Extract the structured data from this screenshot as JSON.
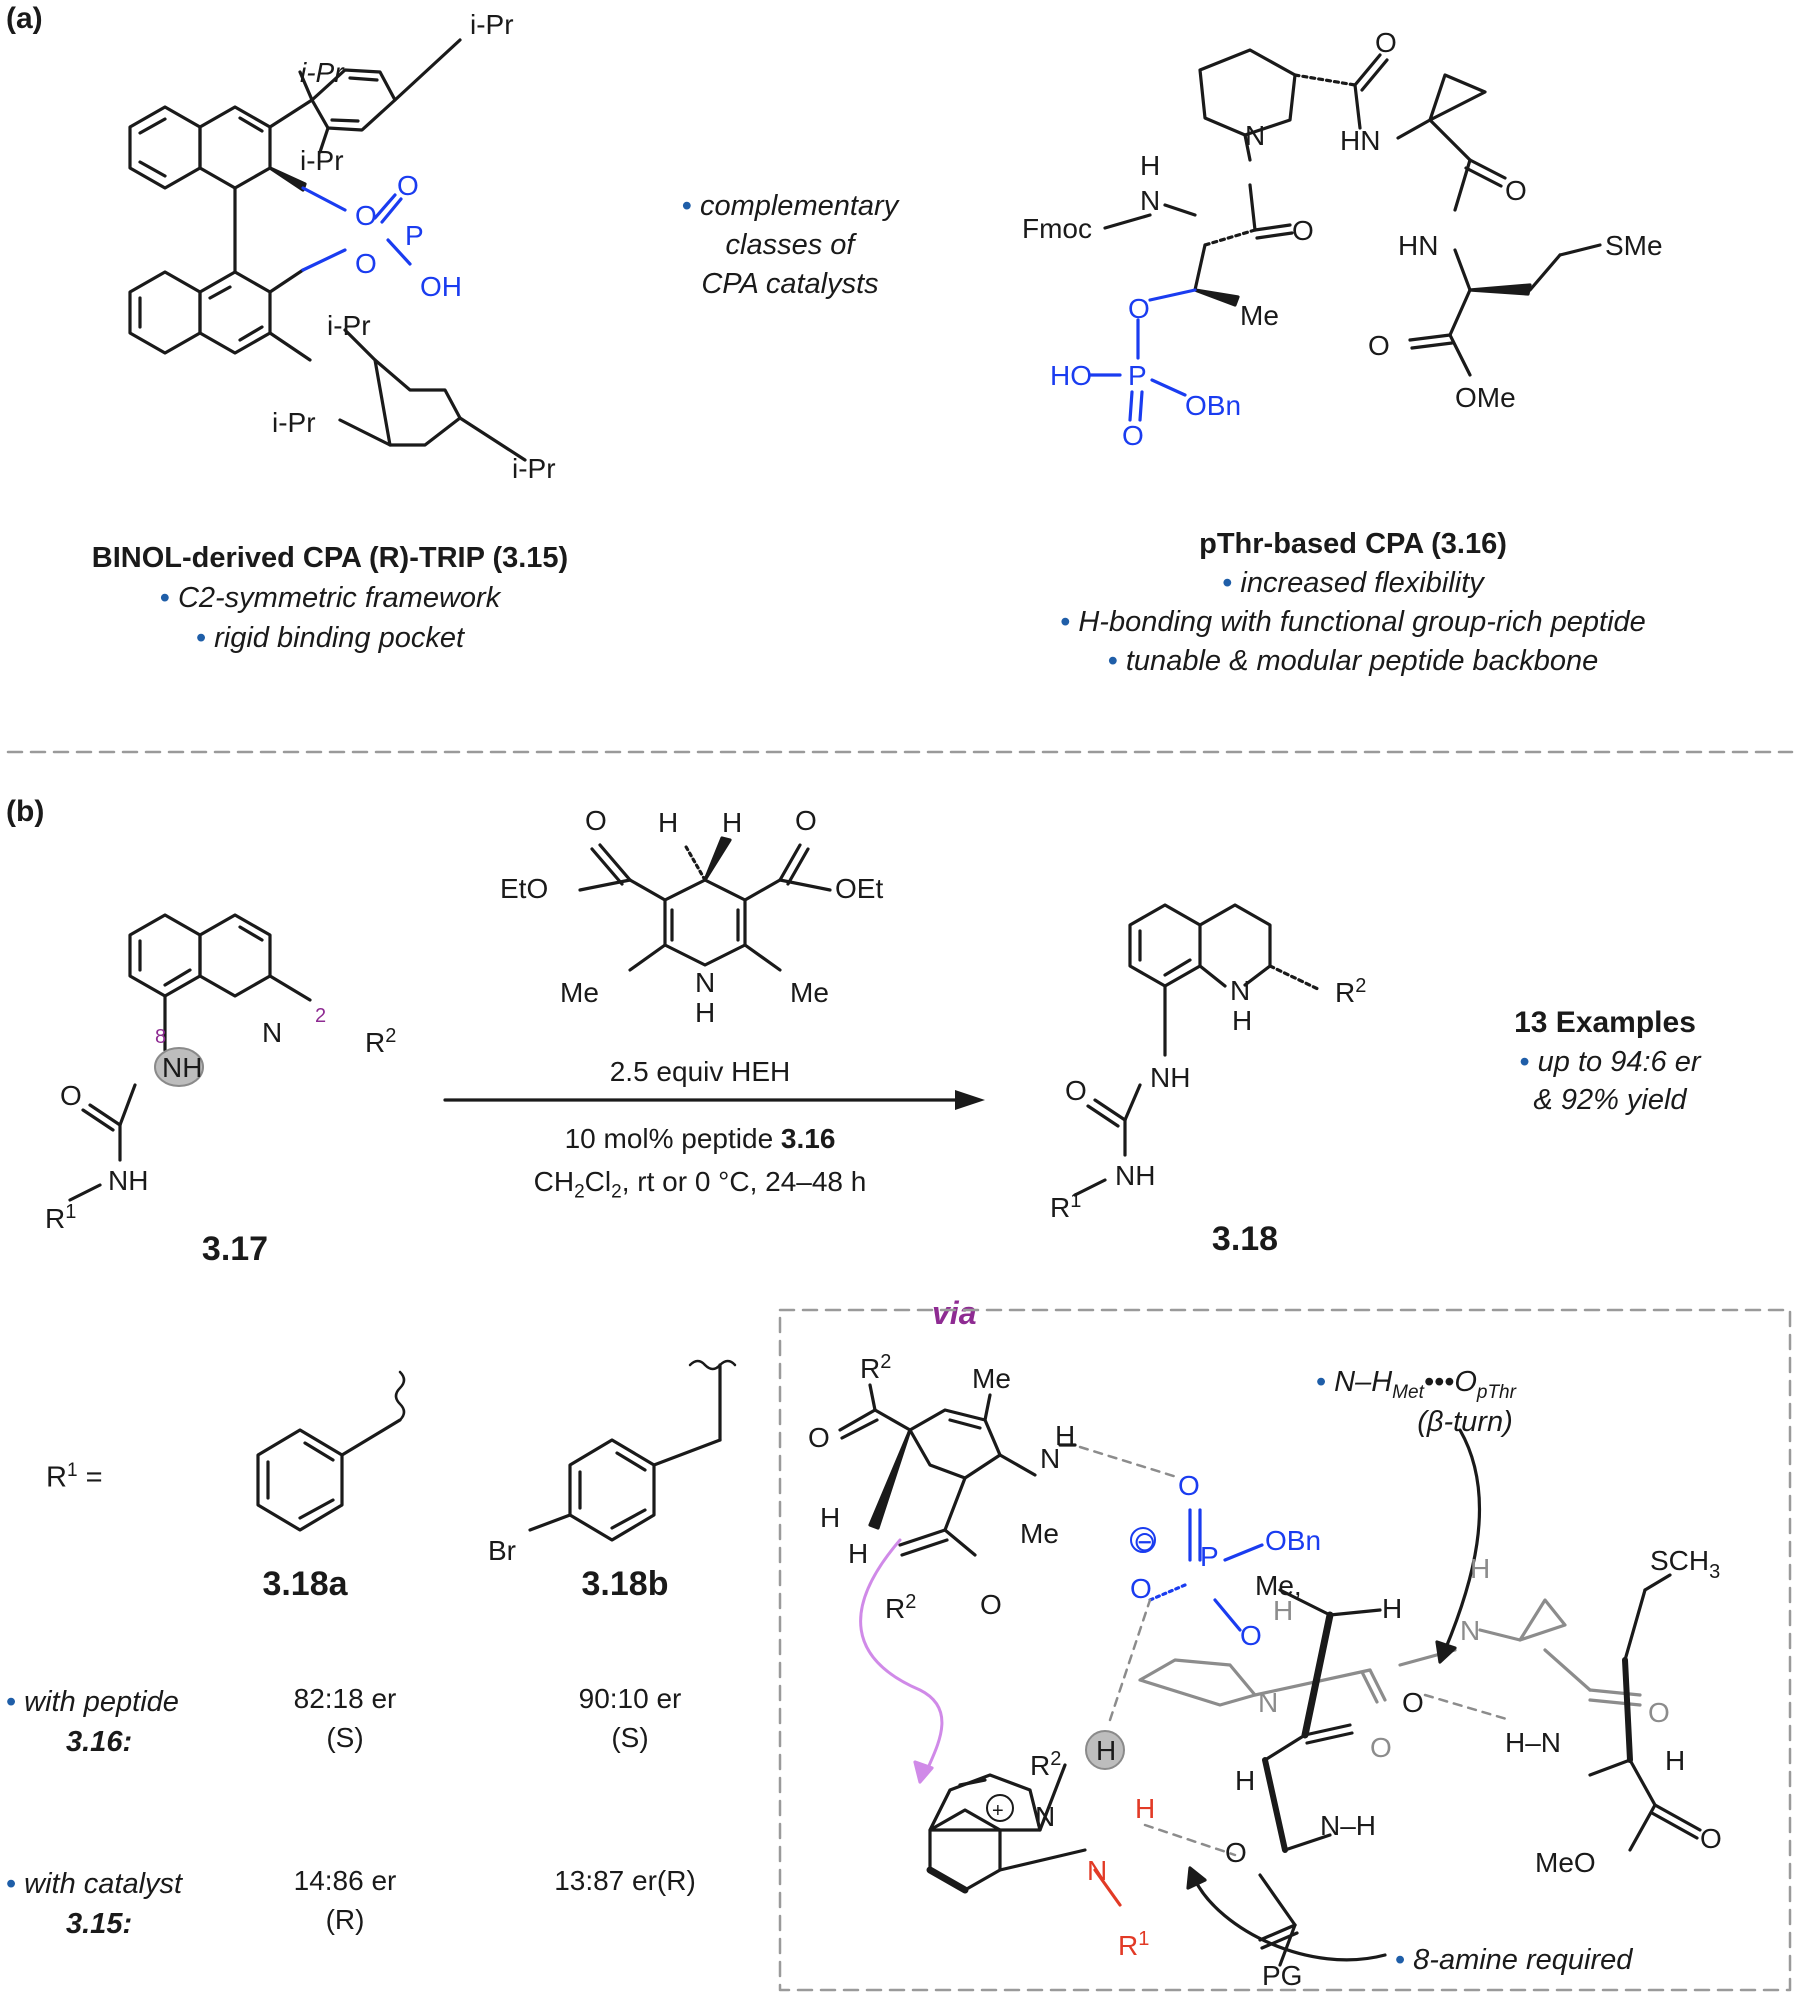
{
  "panel_a": {
    "label": "(a)",
    "middle_note": [
      "complementary",
      "classes of",
      "CPA catalysts"
    ],
    "trip": {
      "name": "BINOL-derived CPA (R)-TRIP (3.15)",
      "features": [
        "C2-symmetric framework",
        "rigid binding pocket"
      ],
      "atoms": {
        "iPr": "i-Pr",
        "O": "O",
        "P": "P",
        "OH": "OH"
      }
    },
    "pthr": {
      "name": "pThr-based CPA (3.16)",
      "features": [
        "increased flexibility",
        "H-bonding with functional group-rich peptide",
        "tunable & modular peptide backbone"
      ],
      "atoms": {
        "Fmoc": "Fmoc",
        "N": "N",
        "H": "H",
        "O": "O",
        "HN": "HN",
        "SMe": "SMe",
        "Me": "Me",
        "HO": "HO",
        "P": "P",
        "OBn": "OBn",
        "OMe": "OMe"
      }
    },
    "colors": {
      "phosphate": "#1a3cf0",
      "bullet": "#1f5ea8"
    }
  },
  "panel_b": {
    "label": "(b)",
    "substrate": "3.17",
    "product": "3.18",
    "positions": [
      "8",
      "2"
    ],
    "hantzsch": {
      "EtO": "EtO",
      "OEt": "OEt",
      "Me": "Me",
      "H": "H",
      "N": "N",
      "O": "O"
    },
    "conditions": [
      "2.5 equiv HEH",
      "10 mol% peptide 3.16",
      "CH2Cl2, rt or 0 °C, 24–48 h"
    ],
    "examples": {
      "title": "13 Examples",
      "lines": [
        "up to 94:6 er",
        "& 92% yield"
      ]
    },
    "r1_label": "R1 =",
    "table": {
      "columns": [
        "3.18a",
        "3.18b"
      ],
      "rows": [
        {
          "label": [
            "with peptide",
            "3.16:"
          ],
          "values": [
            [
              "82:18 er",
              "(S)"
            ],
            [
              "90:10 er",
              "(S)"
            ]
          ]
        },
        {
          "label": [
            "with catalyst",
            "3.15:"
          ],
          "values": [
            [
              "14:86 er",
              "(R)"
            ],
            [
              "13:87 er(R)"
            ]
          ]
        }
      ]
    },
    "via": {
      "title": "via",
      "note_hbond": "N–HMet•••OpThr",
      "note_turn": "(β-turn)",
      "note_amine": "8-amine required",
      "atoms": {
        "R2": "R2",
        "Me": "Me",
        "N": "N",
        "H": "H",
        "O": "O",
        "P": "P",
        "OBn": "OBn",
        "SCH3": "SCH3",
        "HN": "H–N",
        "PG": "PG",
        "MeO": "MeO",
        "R1": "R1"
      },
      "colors": {
        "hydride_arrow": "#d08ae8",
        "amine": "#e23a26",
        "via_text": "#8e2b92",
        "backbone_grey": "#8c8c8c"
      }
    }
  }
}
